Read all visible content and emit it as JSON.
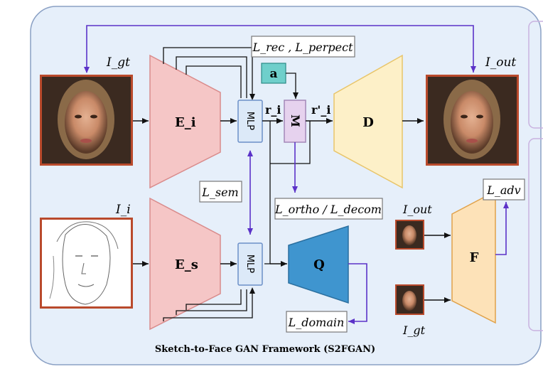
{
  "colors": {
    "panel_bg": "#e6effa",
    "panel_border": "#8aa0c4",
    "encoder_fill": "#f5c6c6",
    "encoder_stroke": "#d98b8b",
    "mlp_fill": "#dce9f8",
    "mlp_stroke": "#6c90c8",
    "mixer_fill": "#e6d2ee",
    "mixer_stroke": "#a487b8",
    "attr_fill": "#6fcfcb",
    "decoder_fill": "#fdf0c8",
    "decoder_stroke": "#e8c56a",
    "q_fill": "#3f95cf",
    "f_fill": "#fde2b8",
    "f_stroke": "#e0a24a",
    "loss_box_stroke": "#777777",
    "purple_arrow": "#5b32c8",
    "photo_frame": "#b94a2c",
    "side_panel": "#c9b2e0"
  },
  "diagram": {
    "caption": "Sketch-to-Face GAN Framework (S2FGAN)",
    "images": {
      "gt_label": "I_gt",
      "out_label": "I_out",
      "sketch_label": "I_i",
      "f_out_label": "I_out",
      "f_gt_label": "I_gt"
    },
    "modules": {
      "e_image": "E_i",
      "e_sketch": "E_s",
      "mlp_top": "MLP",
      "mlp_bottom": "MLP",
      "mixer": "M",
      "attr": "a",
      "decoder": "D",
      "q": "Q",
      "f": "F"
    },
    "signals": {
      "r": "r_i",
      "r_prime": "r'_i"
    },
    "losses": {
      "rec_perpect": "L_rec , L_perpect",
      "sem": "L_sem",
      "ortho_decom": "L_ortho / L_decom",
      "adv": "L_adv",
      "domain": "L_domain"
    }
  }
}
